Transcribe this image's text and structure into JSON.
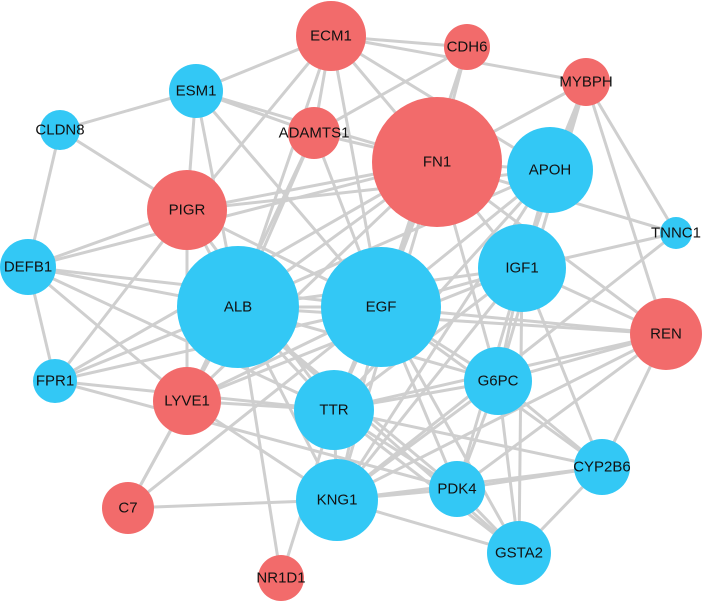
{
  "colors": {
    "up": "#f26b6b",
    "down": "#33c8f5",
    "edge": "#cfcfcf"
  },
  "nodes": [
    {
      "id": "ECM1",
      "group": "up"
    },
    {
      "id": "CDH6",
      "group": "up"
    },
    {
      "id": "MYBPH",
      "group": "up"
    },
    {
      "id": "ESM1",
      "group": "down"
    },
    {
      "id": "CLDN8",
      "group": "down"
    },
    {
      "id": "ADAMTS1",
      "group": "up"
    },
    {
      "id": "FN1",
      "group": "up"
    },
    {
      "id": "APOH",
      "group": "down"
    },
    {
      "id": "PIGR",
      "group": "up"
    },
    {
      "id": "TNNC1",
      "group": "down"
    },
    {
      "id": "DEFB1",
      "group": "down"
    },
    {
      "id": "IGF1",
      "group": "down"
    },
    {
      "id": "ALB",
      "group": "down"
    },
    {
      "id": "EGF",
      "group": "down"
    },
    {
      "id": "REN",
      "group": "up"
    },
    {
      "id": "FPR1",
      "group": "down"
    },
    {
      "id": "LYVE1",
      "group": "up"
    },
    {
      "id": "G6PC",
      "group": "down"
    },
    {
      "id": "TTR",
      "group": "down"
    },
    {
      "id": "CYP2B6",
      "group": "down"
    },
    {
      "id": "C7",
      "group": "up"
    },
    {
      "id": "KNG1",
      "group": "down"
    },
    {
      "id": "PDK4",
      "group": "down"
    },
    {
      "id": "GSTA2",
      "group": "down"
    },
    {
      "id": "NR1D1",
      "group": "up"
    }
  ],
  "edges": [
    [
      "ECM1",
      "CDH6"
    ],
    [
      "ECM1",
      "ESM1"
    ],
    [
      "ECM1",
      "ADAMTS1"
    ],
    [
      "ECM1",
      "FN1"
    ],
    [
      "ECM1",
      "PIGR"
    ],
    [
      "ECM1",
      "ALB"
    ],
    [
      "ECM1",
      "EGF"
    ],
    [
      "ECM1",
      "APOH"
    ],
    [
      "ECM1",
      "MYBPH"
    ],
    [
      "CDH6",
      "FN1"
    ],
    [
      "CDH6",
      "ADAMTS1"
    ],
    [
      "CDH6",
      "EGF"
    ],
    [
      "MYBPH",
      "FN1"
    ],
    [
      "MYBPH",
      "APOH"
    ],
    [
      "MYBPH",
      "IGF1"
    ],
    [
      "MYBPH",
      "TNNC1"
    ],
    [
      "MYBPH",
      "G6PC"
    ],
    [
      "MYBPH",
      "REN"
    ],
    [
      "ESM1",
      "CLDN8"
    ],
    [
      "ESM1",
      "PIGR"
    ],
    [
      "ESM1",
      "FN1"
    ],
    [
      "ESM1",
      "ALB"
    ],
    [
      "ESM1",
      "EGF"
    ],
    [
      "ESM1",
      "ADAMTS1"
    ],
    [
      "CLDN8",
      "DEFB1"
    ],
    [
      "CLDN8",
      "PIGR"
    ],
    [
      "ADAMTS1",
      "FN1"
    ],
    [
      "ADAMTS1",
      "ALB"
    ],
    [
      "ADAMTS1",
      "EGF"
    ],
    [
      "ADAMTS1",
      "LYVE1"
    ],
    [
      "FN1",
      "APOH"
    ],
    [
      "FN1",
      "PIGR"
    ],
    [
      "FN1",
      "ALB"
    ],
    [
      "FN1",
      "EGF"
    ],
    [
      "FN1",
      "IGF1"
    ],
    [
      "FN1",
      "TTR"
    ],
    [
      "FN1",
      "KNG1"
    ],
    [
      "FN1",
      "G6PC"
    ],
    [
      "FN1",
      "REN"
    ],
    [
      "FN1",
      "TNNC1"
    ],
    [
      "FN1",
      "FPR1"
    ],
    [
      "FN1",
      "DEFB1"
    ],
    [
      "FN1",
      "LYVE1"
    ],
    [
      "APOH",
      "ALB"
    ],
    [
      "APOH",
      "EGF"
    ],
    [
      "APOH",
      "TTR"
    ],
    [
      "APOH",
      "KNG1"
    ],
    [
      "APOH",
      "IGF1"
    ],
    [
      "APOH",
      "PIGR"
    ],
    [
      "PIGR",
      "ALB"
    ],
    [
      "PIGR",
      "EGF"
    ],
    [
      "PIGR",
      "DEFB1"
    ],
    [
      "PIGR",
      "LYVE1"
    ],
    [
      "PIGR",
      "FPR1"
    ],
    [
      "PIGR",
      "TTR"
    ],
    [
      "TNNC1",
      "IGF1"
    ],
    [
      "TNNC1",
      "KNG1"
    ],
    [
      "DEFB1",
      "ALB"
    ],
    [
      "DEFB1",
      "EGF"
    ],
    [
      "DEFB1",
      "TTR"
    ],
    [
      "DEFB1",
      "FPR1"
    ],
    [
      "DEFB1",
      "LYVE1"
    ],
    [
      "IGF1",
      "ALB"
    ],
    [
      "IGF1",
      "EGF"
    ],
    [
      "IGF1",
      "TTR"
    ],
    [
      "IGF1",
      "KNG1"
    ],
    [
      "IGF1",
      "G6PC"
    ],
    [
      "IGF1",
      "PDK4"
    ],
    [
      "IGF1",
      "GSTA2"
    ],
    [
      "IGF1",
      "REN"
    ],
    [
      "IGF1",
      "CYP2B6"
    ],
    [
      "IGF1",
      "LYVE1"
    ],
    [
      "ALB",
      "EGF"
    ],
    [
      "ALB",
      "TTR"
    ],
    [
      "ALB",
      "KNG1"
    ],
    [
      "ALB",
      "G6PC"
    ],
    [
      "ALB",
      "REN"
    ],
    [
      "ALB",
      "FPR1"
    ],
    [
      "ALB",
      "LYVE1"
    ],
    [
      "ALB",
      "PDK4"
    ],
    [
      "ALB",
      "NR1D1"
    ],
    [
      "ALB",
      "C7"
    ],
    [
      "ALB",
      "GSTA2"
    ],
    [
      "EGF",
      "TTR"
    ],
    [
      "EGF",
      "KNG1"
    ],
    [
      "EGF",
      "G6PC"
    ],
    [
      "EGF",
      "REN"
    ],
    [
      "EGF",
      "FPR1"
    ],
    [
      "EGF",
      "LYVE1"
    ],
    [
      "EGF",
      "PDK4"
    ],
    [
      "EGF",
      "CYP2B6"
    ],
    [
      "EGF",
      "C7"
    ],
    [
      "EGF",
      "GSTA2"
    ],
    [
      "REN",
      "G6PC"
    ],
    [
      "REN",
      "TTR"
    ],
    [
      "REN",
      "KNG1"
    ],
    [
      "REN",
      "CYP2B6"
    ],
    [
      "REN",
      "PDK4"
    ],
    [
      "FPR1",
      "TTR"
    ],
    [
      "FPR1",
      "PDK4"
    ],
    [
      "LYVE1",
      "TTR"
    ],
    [
      "LYVE1",
      "C7"
    ],
    [
      "LYVE1",
      "KNG1"
    ],
    [
      "G6PC",
      "TTR"
    ],
    [
      "G6PC",
      "KNG1"
    ],
    [
      "G6PC",
      "PDK4"
    ],
    [
      "G6PC",
      "GSTA2"
    ],
    [
      "G6PC",
      "CYP2B6"
    ],
    [
      "TTR",
      "KNG1"
    ],
    [
      "TTR",
      "PDK4"
    ],
    [
      "TTR",
      "GSTA2"
    ],
    [
      "TTR",
      "CYP2B6"
    ],
    [
      "TTR",
      "NR1D1"
    ],
    [
      "CYP2B6",
      "PDK4"
    ],
    [
      "CYP2B6",
      "GSTA2"
    ],
    [
      "C7",
      "KNG1"
    ],
    [
      "KNG1",
      "PDK4"
    ],
    [
      "KNG1",
      "GSTA2"
    ],
    [
      "KNG1",
      "CYP2B6"
    ],
    [
      "PDK4",
      "GSTA2"
    ]
  ]
}
